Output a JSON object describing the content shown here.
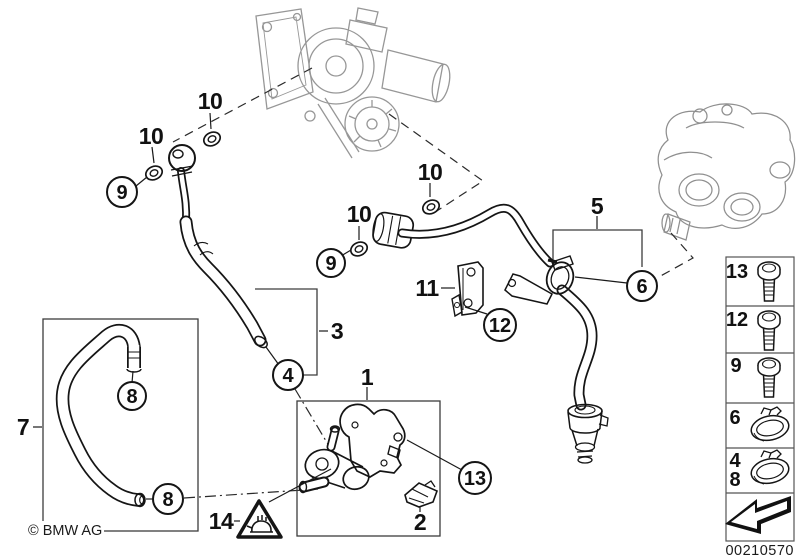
{
  "doc": {
    "copyright": "© BMW AG",
    "drawing_number": "00210570",
    "line_color": "#151515",
    "ghost_color": "#979797"
  },
  "callouts": {
    "c1": "1",
    "c2": "2",
    "c3": "3",
    "c4": "4",
    "c5": "5",
    "c6": "6",
    "c7": "7",
    "c8": "8",
    "c9": "9",
    "c10": "10",
    "c11": "11",
    "c12": "12",
    "c13": "13",
    "c14": "14"
  },
  "sidebar": {
    "rows": [
      {
        "label": "13",
        "icon": "hex-bolt-icon"
      },
      {
        "label": "12",
        "icon": "hex-bolt-icon"
      },
      {
        "label": "9",
        "icon": "hex-bolt-icon"
      },
      {
        "label": "6",
        "icon": "hose-clamp-icon"
      },
      {
        "label": "4",
        "label2": "8",
        "icon": "hose-clamp-icon"
      }
    ],
    "footer_icon": "direction-arrow-icon"
  },
  "warning": {
    "icon": "pinch-hazard-triangle-icon",
    "callout": "14"
  }
}
